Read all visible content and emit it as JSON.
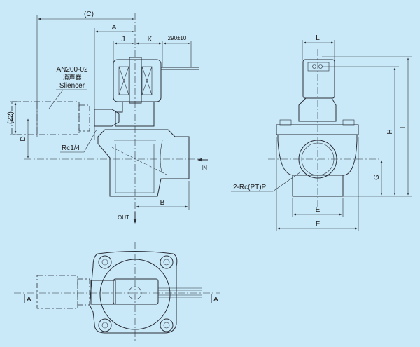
{
  "side_view": {
    "dim_c": "(C)",
    "dim_a": "A",
    "dim_j": "J",
    "dim_k": "K",
    "dim_cable": "290±10",
    "dim_22": "(22)",
    "dim_d": "D",
    "dim_b": "B",
    "silencer_model": "AN200-02",
    "silencer_cn": "消声器",
    "silencer_en": "Sliencer",
    "port_label": "Rc1/4",
    "inlet": "IN",
    "outlet": "OUT"
  },
  "front_view": {
    "dim_l": "L",
    "dim_h": "H",
    "dim_i": "I",
    "dim_g": "G",
    "dim_e": "E",
    "dim_f": "F",
    "port_label": "2-Rc(PT)P"
  },
  "top_view": {
    "section_left": "A",
    "section_right": "A"
  },
  "colors": {
    "background": "#c9e8f8",
    "line": "#2a2f38"
  }
}
